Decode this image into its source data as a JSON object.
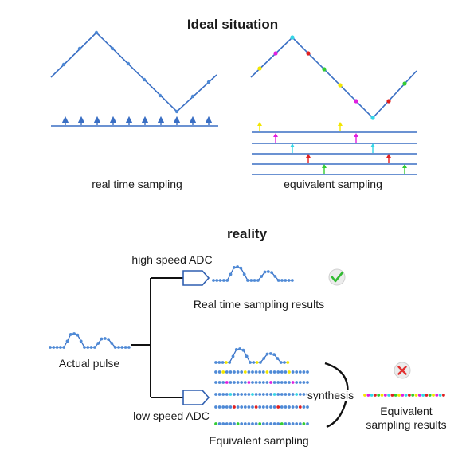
{
  "sections": {
    "ideal_title": "Ideal situation",
    "reality_title": "reality"
  },
  "labels": {
    "real_time_sampling": "real time sampling",
    "equivalent_sampling": "equivalent sampling",
    "high_speed_adc": "high speed ADC",
    "real_time_results": "Real time sampling results",
    "actual_pulse": "Actual pulse",
    "low_speed_adc": "low speed ADC",
    "equivalent_sampling_bottom": "Equivalent sampling",
    "synthesis": "synthesis",
    "equivalent_results_line1": "Equivalent",
    "equivalent_results_line2": "sampling results"
  },
  "icons": {
    "success": "check-circle-icon",
    "failure": "x-circle-icon"
  },
  "colors": {
    "line": "#3a6fc4",
    "dot": "#4f8ad6",
    "yellow": "#f2e600",
    "magenta": "#e020e0",
    "cyan": "#33d6e6",
    "red": "#e02020",
    "green": "#33cc33",
    "check": "#33bb33",
    "cross": "#e23030",
    "black": "#111111"
  }
}
